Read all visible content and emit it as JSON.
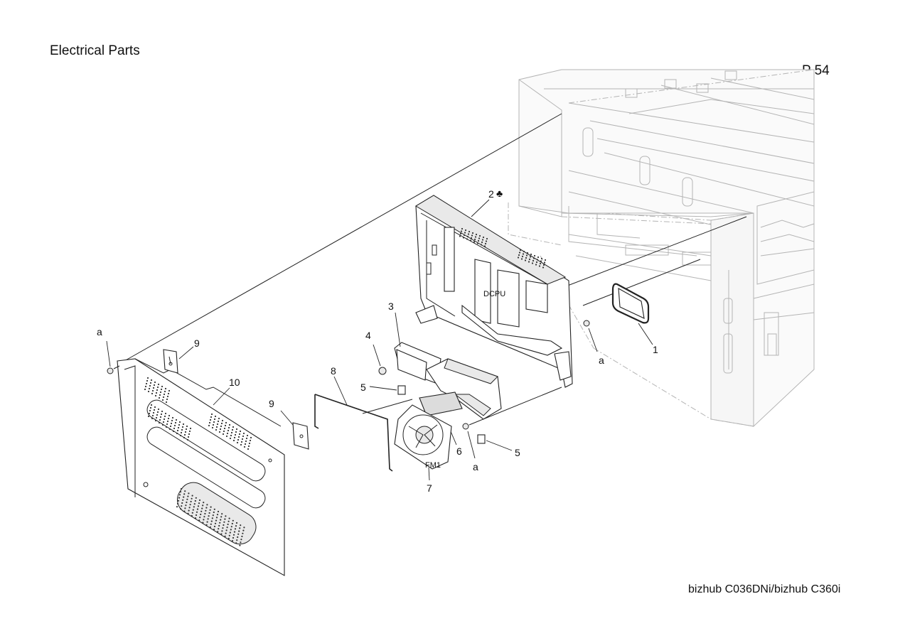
{
  "header": {
    "title": "Electrical Parts",
    "page": "P 54"
  },
  "footer": {
    "model": "bizhub C036DNi/bizhub C360i"
  },
  "callouts": [
    {
      "id": "c1",
      "text": "1"
    },
    {
      "id": "c2",
      "text": "2"
    },
    {
      "id": "c3",
      "text": "3"
    },
    {
      "id": "c4",
      "text": "4"
    },
    {
      "id": "c5a",
      "text": "5"
    },
    {
      "id": "c5b",
      "text": "5"
    },
    {
      "id": "c6",
      "text": "6"
    },
    {
      "id": "c7",
      "text": "7"
    },
    {
      "id": "c8",
      "text": "8"
    },
    {
      "id": "c9a",
      "text": "9"
    },
    {
      "id": "c9b",
      "text": "9"
    },
    {
      "id": "c10",
      "text": "10"
    },
    {
      "id": "ca1",
      "text": "a"
    },
    {
      "id": "ca2",
      "text": "a"
    },
    {
      "id": "ca3",
      "text": "a"
    }
  ],
  "labels": {
    "board": "DCPU",
    "fan": "FM1"
  },
  "symbols": {
    "service_mark": "♣"
  }
}
